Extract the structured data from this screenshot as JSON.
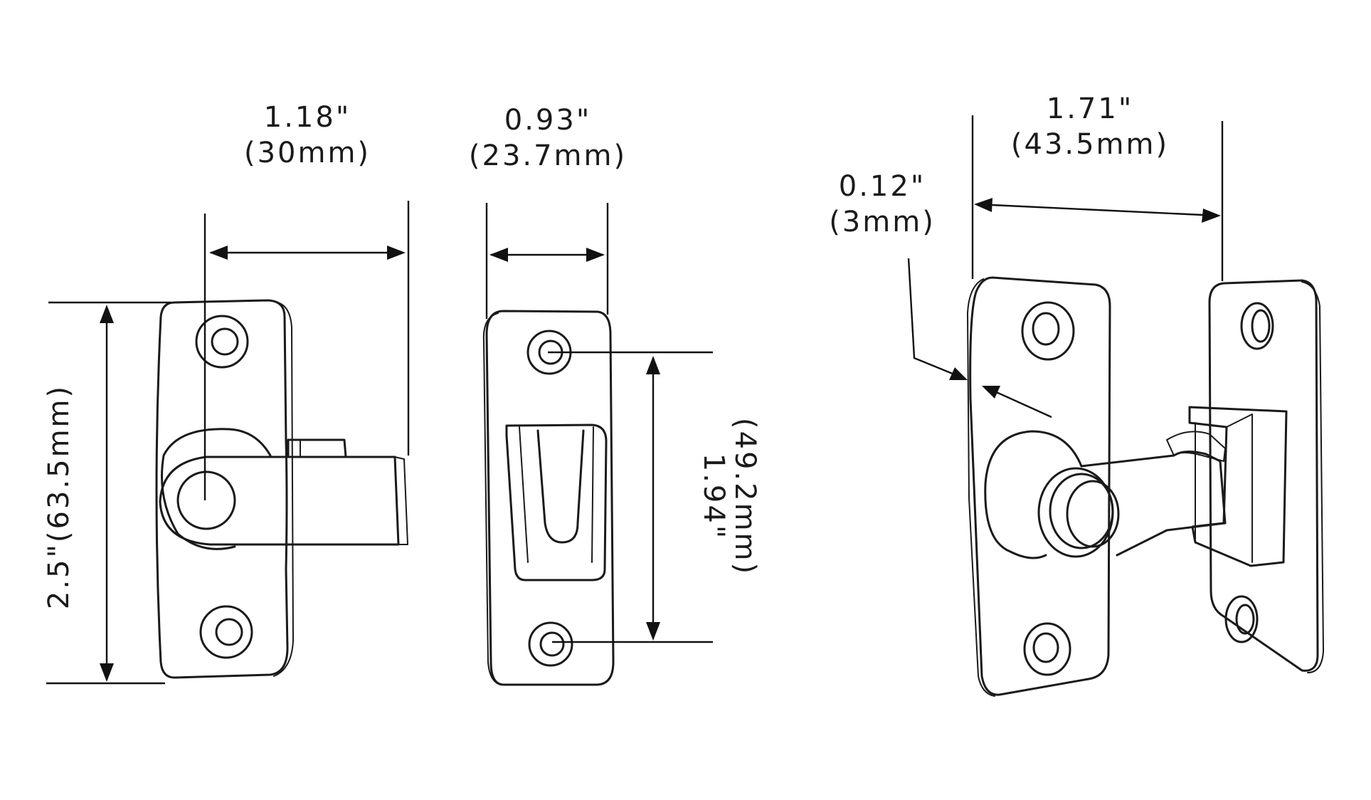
{
  "dimensions": {
    "front_width": {
      "imperial": "1.18\"",
      "metric": "(30mm)"
    },
    "side_width": {
      "imperial": "0.93\"",
      "metric": "(23.7mm)"
    },
    "perspective_width": {
      "imperial": "1.71\"",
      "metric": "(43.5mm)"
    },
    "plate_thickness": {
      "imperial": "0.12\"",
      "metric": "(3mm)"
    },
    "overall_height": {
      "combined": "2.5\"(63.5mm)"
    },
    "hole_spacing": {
      "imperial": "1.94\"",
      "metric": "(49.2mm)"
    }
  },
  "colors": {
    "line": "#1a1a1a",
    "background": "#ffffff"
  }
}
